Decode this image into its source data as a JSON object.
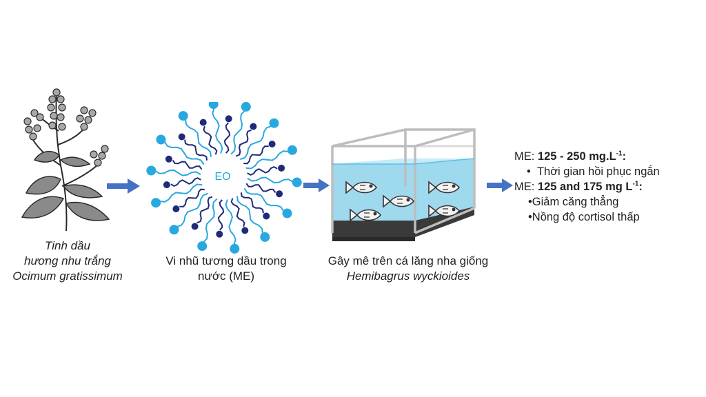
{
  "plant": {
    "line1": "Tinh dầu",
    "line2": "hương nhu trắng",
    "line3": "Ocimum gratissimum"
  },
  "emulsion": {
    "core_label": "EO",
    "line1": "Vi nhũ tương dầu trong",
    "line2": "nước (ME)"
  },
  "tank": {
    "line1": "Gây mê trên cá lăng nha giống",
    "line2": "Hemibagrus wyckioides"
  },
  "results": {
    "group1": {
      "prefix": "ME: ",
      "dose": "125 - 250 mg.L",
      "sup": "-1",
      "suffix": ":",
      "items": [
        "Thời gian hồi phục ngắn"
      ]
    },
    "group2": {
      "prefix": "ME: ",
      "dose": "125 and 175 mg L",
      "sup": "-1",
      "suffix": ":",
      "items": [
        "Giảm căng thẳng",
        "Nồng độ cortisol thấp"
      ]
    }
  },
  "colors": {
    "arrow": "#4472c4",
    "head_light": "#29a8e0",
    "head_dark": "#1f2a78",
    "water": "#9fd9ee",
    "tank_base": "#3a3a3a"
  }
}
